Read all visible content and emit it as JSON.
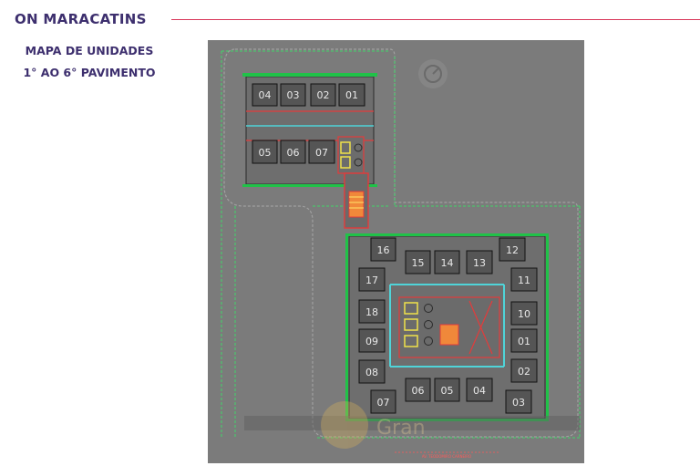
{
  "header": {
    "title": "ON MARACATINS",
    "accent_color": "#d9365a",
    "text_color": "#3d2f6e"
  },
  "subtitle": {
    "line1": "MAPA DE UNIDADES",
    "line2": "1° AO 6° PAVIMENTO"
  },
  "plan": {
    "background_color": "#7b7b7b",
    "unit_color": "#555555",
    "north_building_units": [
      "04",
      "03",
      "02",
      "01",
      "05",
      "06",
      "07"
    ],
    "south_building_units": [
      "16",
      "15",
      "14",
      "13",
      "12",
      "17",
      "11",
      "18",
      "10",
      "09",
      "01",
      "08",
      "02",
      "07",
      "06",
      "05",
      "04",
      "03"
    ],
    "road_label": "AV. TEODOMIRO CARNEIRO",
    "watermark_text": "Gran"
  }
}
